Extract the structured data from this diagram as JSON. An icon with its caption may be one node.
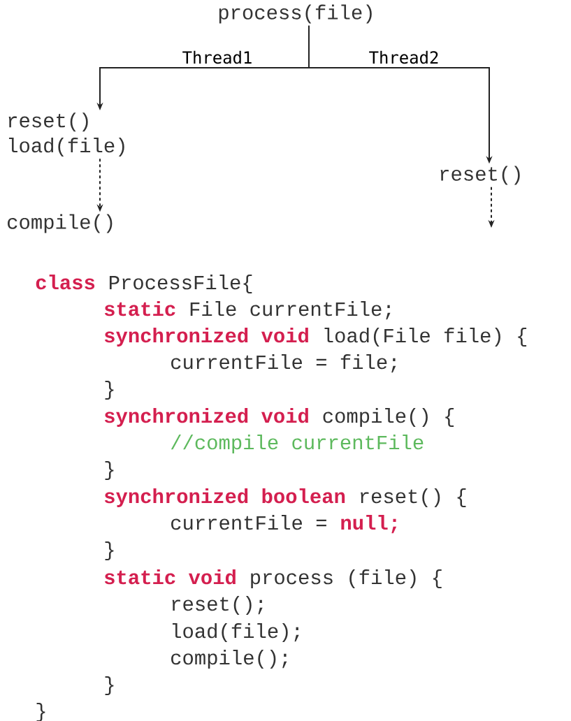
{
  "diagram": {
    "nodes": [
      {
        "text": [
          "process(file)"
        ]
      },
      {
        "text": [
          "reset()",
          "load(file)"
        ]
      },
      {
        "text": [
          "compile()"
        ]
      },
      {
        "text": [
          "reset()"
        ]
      }
    ],
    "edges": [
      {
        "from": 0,
        "to": 1,
        "arrow": "to",
        "label": "Thread1"
      },
      {
        "from": 0,
        "to": 3,
        "arrow": "to",
        "label": "Thread2"
      },
      {
        "from": 1,
        "to": 2,
        "arrow": "to",
        "style": "dashed"
      },
      {
        "from": 3,
        "to": null,
        "arrow": "to",
        "style": "dashed"
      }
    ],
    "labels": [
      "class",
      "ProcessFile{",
      "static",
      "File currentFile;",
      "synchronized void",
      "load(File file) {",
      "currentFile = file;",
      "}",
      "synchronized void",
      "compile() {",
      "//compile currentFile",
      "}",
      "synchronized boolean",
      "reset() {",
      "currentFile =",
      "null;",
      "}",
      "static void",
      "process (file) {",
      "reset();",
      "load(file);",
      "compile();",
      "}",
      "}"
    ]
  }
}
